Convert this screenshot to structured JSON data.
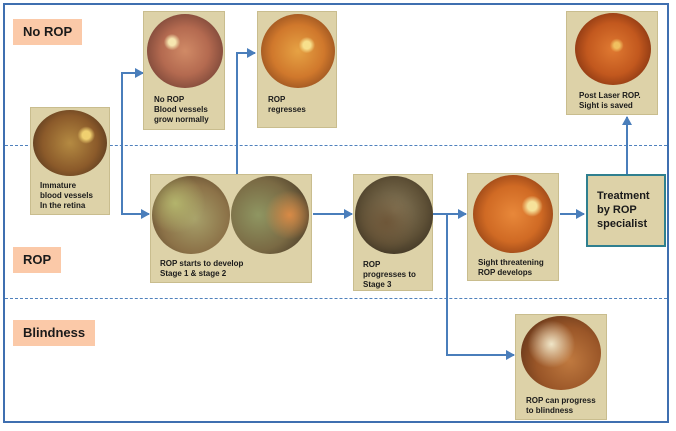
{
  "zones": {
    "no_rop": "No ROP",
    "rop": "ROP",
    "blindness": "Blindness"
  },
  "cards": {
    "immature": "Immature\nblood vessels\nIn the retina",
    "no_rop_normal": "No ROP\nBlood vessels\ngrow normally",
    "regresses": "ROP\nregresses",
    "starts": "ROP starts to develop\nStage 1 & stage 2",
    "stage3": "ROP\nprogresses to\nStage 3",
    "threatening": "Sight threatening\nROP develops",
    "post_laser": "Post Laser ROP.\nSight is saved",
    "blind": "ROP can progress\nto  blindness"
  },
  "treatment": "Treatment\nby ROP\nspecialist",
  "colors": {
    "frame": "#3f6fb0",
    "arrow": "#4a7ebb",
    "card": "#ddd2a8",
    "zone_label": "#fbc9a8",
    "treatment_border": "#2f7f8f"
  }
}
